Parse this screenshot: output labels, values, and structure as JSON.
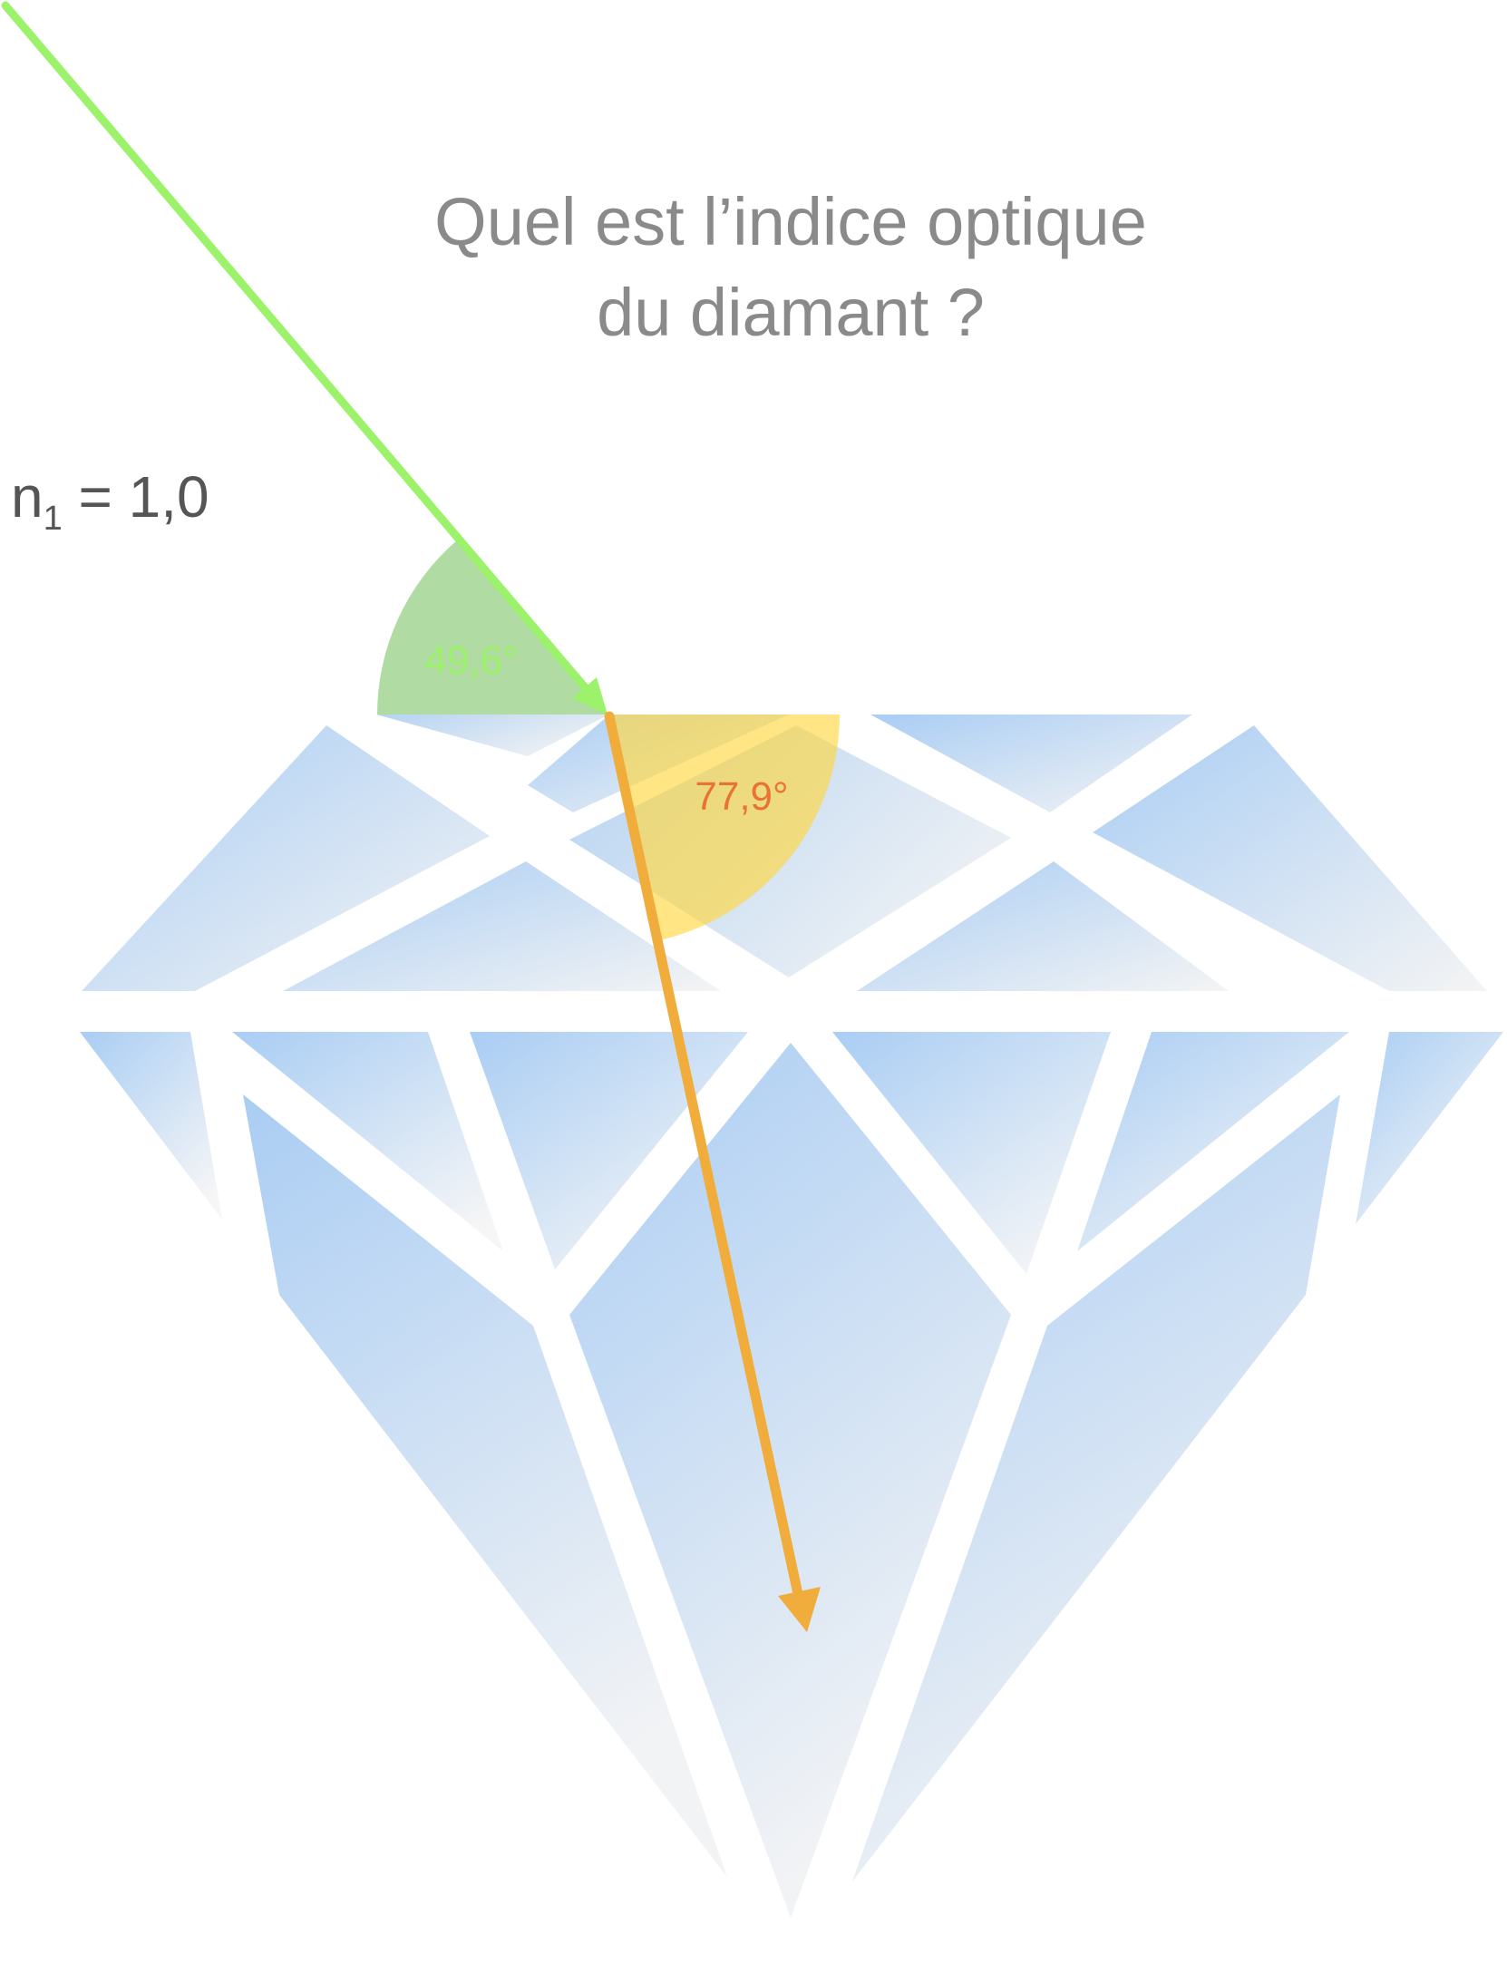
{
  "question": {
    "line1": "Quel est l’indice optique",
    "line2": "du diamant ?"
  },
  "medium": {
    "symbol": "n",
    "subscript": "1",
    "value_text": " = 1,0"
  },
  "incidence_angle": {
    "label": "49,6°",
    "degrees": 49.6
  },
  "refraction_angle": {
    "label": "77,9°",
    "degrees": 77.9
  },
  "colors": {
    "incident_ray": "#9cf26a",
    "refracted_ray": "#f0ad3c",
    "incidence_arc": "#6fbe58",
    "refraction_arc": "#ffd740",
    "incidence_text": "#9cf26a",
    "refraction_text": "#e87333",
    "question_text": "#8a8a8a",
    "medium_text": "#555555",
    "facet_light": "#a9cdf4",
    "facet_fade": "#f4f4f4"
  }
}
